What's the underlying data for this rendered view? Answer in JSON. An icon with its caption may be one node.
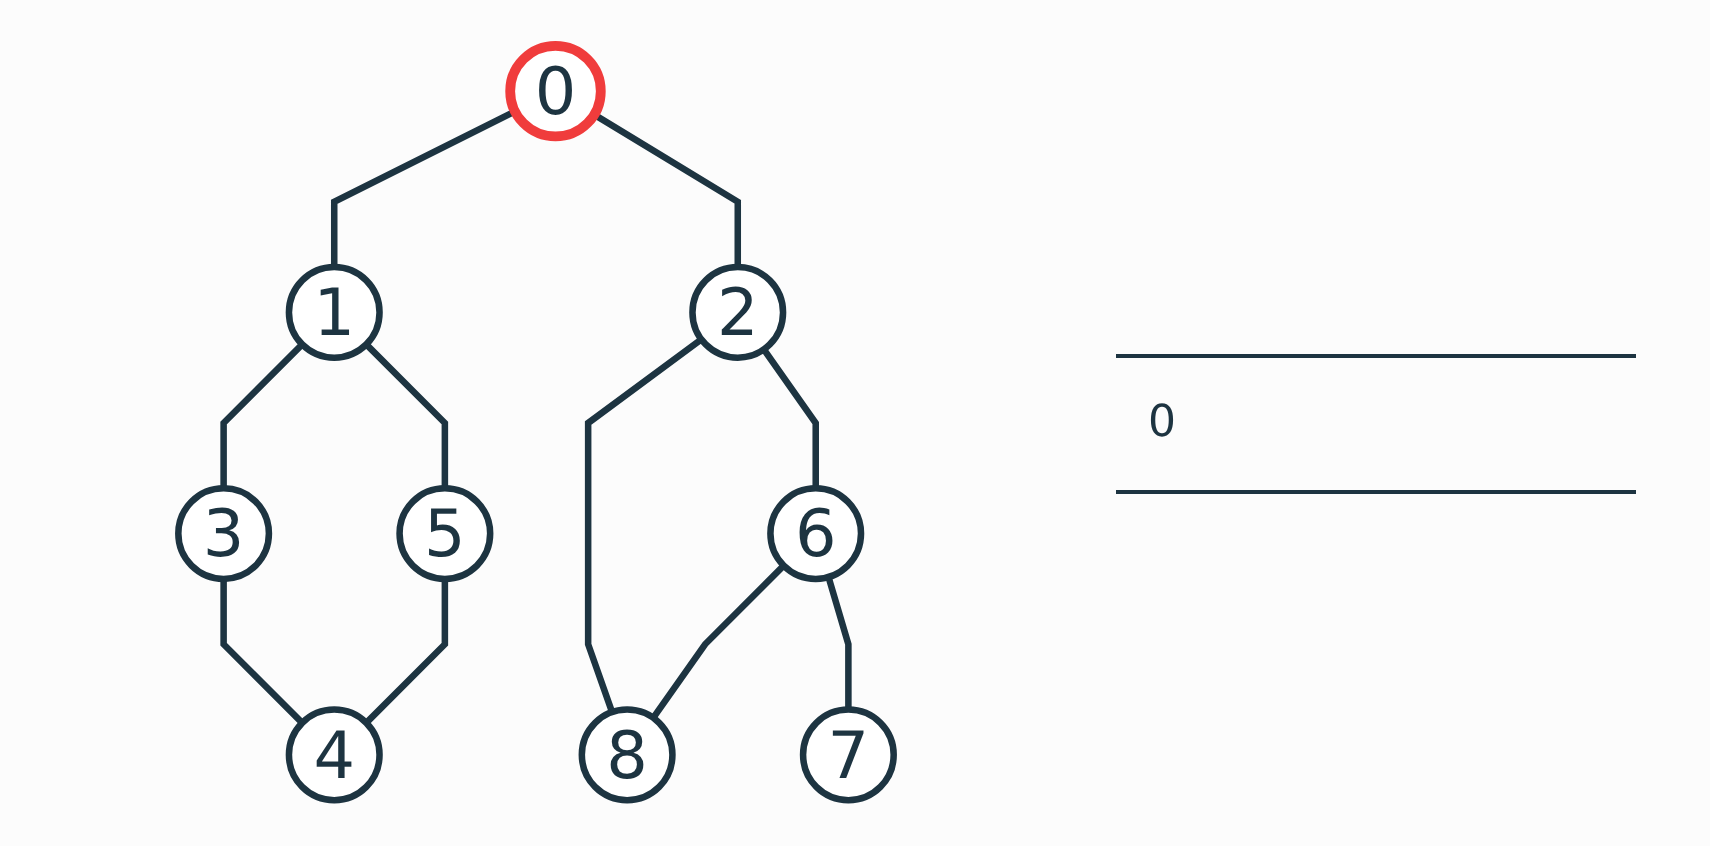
{
  "diagram": {
    "nodes": [
      {
        "text": [
          "0"
        ]
      },
      {
        "text": [
          "1"
        ]
      },
      {
        "text": [
          "2"
        ]
      },
      {
        "text": [
          "3"
        ]
      },
      {
        "text": [
          "5"
        ]
      },
      {
        "text": [
          "6"
        ]
      },
      {
        "text": [
          "8"
        ]
      },
      {
        "text": [
          "4"
        ]
      },
      {
        "text": [
          "7"
        ]
      }
    ],
    "edges": [
      {
        "from": 0,
        "to": 1,
        "arrow": "none"
      },
      {
        "from": 0,
        "to": 2,
        "arrow": "none"
      },
      {
        "from": 1,
        "to": 3,
        "arrow": "none"
      },
      {
        "from": 1,
        "to": 4,
        "arrow": "none"
      },
      {
        "from": 3,
        "to": 7,
        "arrow": "none"
      },
      {
        "from": 4,
        "to": 7,
        "arrow": "none"
      },
      {
        "from": 2,
        "to": 5,
        "arrow": "none"
      },
      {
        "from": 2,
        "to": 6,
        "arrow": "none"
      },
      {
        "from": 5,
        "to": 6,
        "arrow": "none"
      },
      {
        "from": 5,
        "to": 8,
        "arrow": "none"
      }
    ],
    "labels": [
      "0"
    ]
  }
}
